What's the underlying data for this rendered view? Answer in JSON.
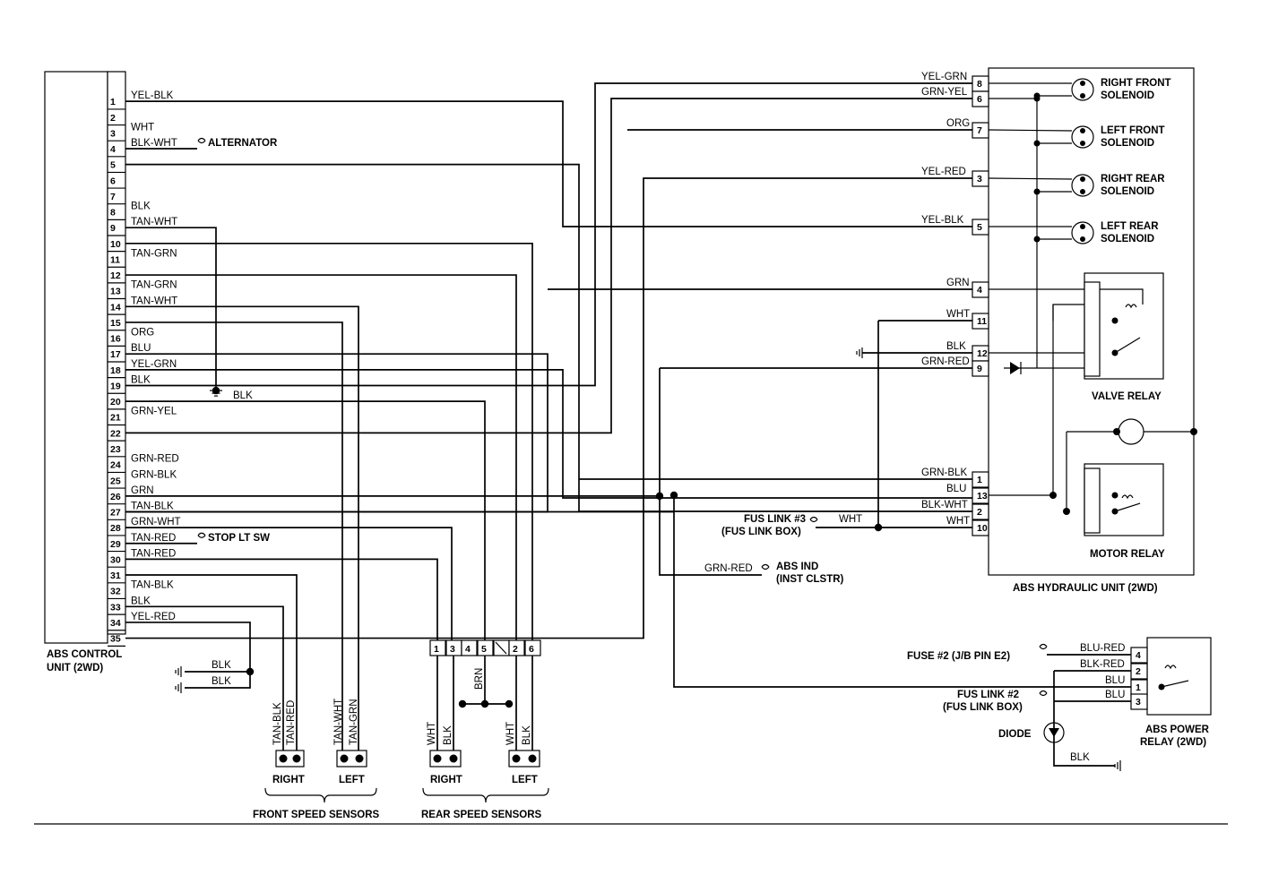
{
  "ecu": {
    "label_line1": "ABS CONTROL",
    "label_line2": "UNIT (2WD)",
    "pins": [
      "1",
      "2",
      "3",
      "4",
      "5",
      "6",
      "7",
      "8",
      "9",
      "10",
      "11",
      "12",
      "13",
      "14",
      "15",
      "16",
      "17",
      "18",
      "19",
      "20",
      "21",
      "22",
      "23",
      "24",
      "25",
      "26",
      "27",
      "28",
      "29",
      "30",
      "31",
      "32",
      "33",
      "34",
      "35"
    ],
    "wires": {
      "1": "YEL-BLK",
      "3": "WHT",
      "4": "BLK-WHT",
      "8": "BLK",
      "9": "TAN-WHT",
      "11": "TAN-GRN",
      "13": "TAN-GRN",
      "14": "TAN-WHT",
      "16": "ORG",
      "17": "BLU",
      "18": "YEL-GRN",
      "19": "BLK",
      "21": "GRN-YEL",
      "24": "GRN-RED",
      "25": "GRN-BLK",
      "26": "GRN",
      "27": "TAN-BLK",
      "28": "GRN-WHT",
      "29": "TAN-RED",
      "30": "TAN-RED",
      "32": "TAN-BLK",
      "33": "BLK",
      "34": "YEL-RED"
    },
    "alternator": "ALTERNATOR",
    "stop_lt_sw": "STOP LT SW",
    "ground_wire_label": "BLK",
    "ground_pair_labels": [
      "BLK",
      "BLK"
    ]
  },
  "hydraulic_unit": {
    "label": "ABS HYDRAULIC UNIT (2WD)",
    "pins": [
      "8",
      "6",
      "7",
      "3",
      "5",
      "4",
      "11",
      "12",
      "9",
      "1",
      "13",
      "2",
      "10"
    ],
    "wires": [
      "YEL-GRN",
      "GRN-YEL",
      "ORG",
      "YEL-RED",
      "YEL-BLK",
      "GRN",
      "WHT",
      "BLK",
      "GRN-RED",
      "GRN-BLK",
      "BLU",
      "BLK-WHT",
      "WHT"
    ],
    "solenoids": [
      {
        "line1": "RIGHT FRONT",
        "line2": "SOLENOID"
      },
      {
        "line1": "LEFT FRONT",
        "line2": "SOLENOID"
      },
      {
        "line1": "RIGHT REAR",
        "line2": "SOLENOID"
      },
      {
        "line1": "LEFT REAR",
        "line2": "SOLENOID"
      }
    ],
    "valve_relay": "VALVE RELAY",
    "motor_relay": "MOTOR RELAY"
  },
  "fus_link_3": {
    "line1": "FUS LINK #3",
    "line2": "(FUS LINK BOX)",
    "wire": "WHT"
  },
  "abs_ind": {
    "line1": "ABS IND",
    "line2": "(INST CLSTR)",
    "wire": "GRN-RED"
  },
  "power_relay": {
    "label_line1": "ABS POWER",
    "label_line2": "RELAY (2WD)",
    "pins": [
      "4",
      "2",
      "1",
      "3"
    ],
    "wires": [
      "BLU-RED",
      "BLK-RED",
      "BLU",
      "BLU"
    ],
    "fuse": "FUSE #2 (J/B PIN E2)",
    "fus_link_line1": "FUS LINK #2",
    "fus_link_line2": "(FUS LINK BOX)",
    "diode": "DIODE",
    "ground_wire": "BLK"
  },
  "rear_connector": {
    "pins": [
      "1",
      "3",
      "4",
      "5",
      "",
      "2",
      "6"
    ],
    "brn_label": "BRN"
  },
  "sensors": {
    "front_right": [
      "TAN-BLK",
      "TAN-RED"
    ],
    "front_left": [
      "TAN-WHT",
      "TAN-GRN"
    ],
    "rear_right": [
      "WHT",
      "BLK"
    ],
    "rear_left": [
      "WHT",
      "BLK"
    ],
    "right": "RIGHT",
    "left": "LEFT",
    "front_group": "FRONT SPEED SENSORS",
    "rear_group": "REAR SPEED SENSORS"
  }
}
